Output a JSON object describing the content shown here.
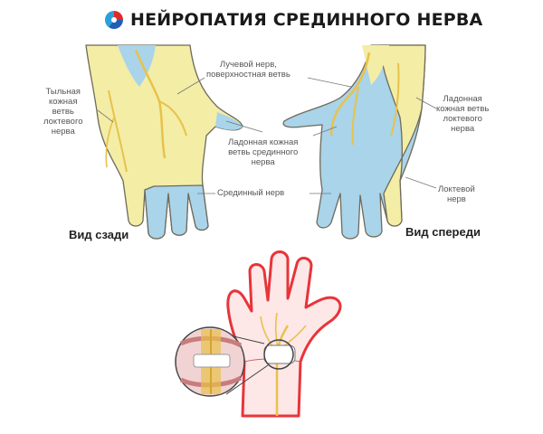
{
  "header": {
    "title": "НЕЙРОПАТИЯ СРЕДИННОГО НЕРВА",
    "logo_icon": "tricolor-swirl-logo-icon"
  },
  "labels": {
    "dorsal_branch": [
      "Тыльная",
      "кожная",
      "ветвь",
      "локтевого",
      "нерва"
    ],
    "radial_superficial": [
      "Лучевой нерв,",
      "поверхностная ветвь"
    ],
    "palmar_median": [
      "Ладонная кожная",
      "ветвь срединного",
      "нерва"
    ],
    "median_nerve": "Срединный нерв",
    "palmar_ulnar": [
      "Ладонная",
      "кожная ветвь",
      "локтевого",
      "нерва"
    ],
    "ulnar_nerve": [
      "Локтевой",
      "нерв"
    ]
  },
  "views": {
    "back": "Вид сзади",
    "front": "Вид спереди"
  },
  "colors": {
    "skin_yellow": "#f3eda6",
    "skin_blue": "#a9d4ea",
    "nerve": "#e8c24a",
    "outline": "#6f6a5a",
    "inflamed": "#e8343a"
  }
}
